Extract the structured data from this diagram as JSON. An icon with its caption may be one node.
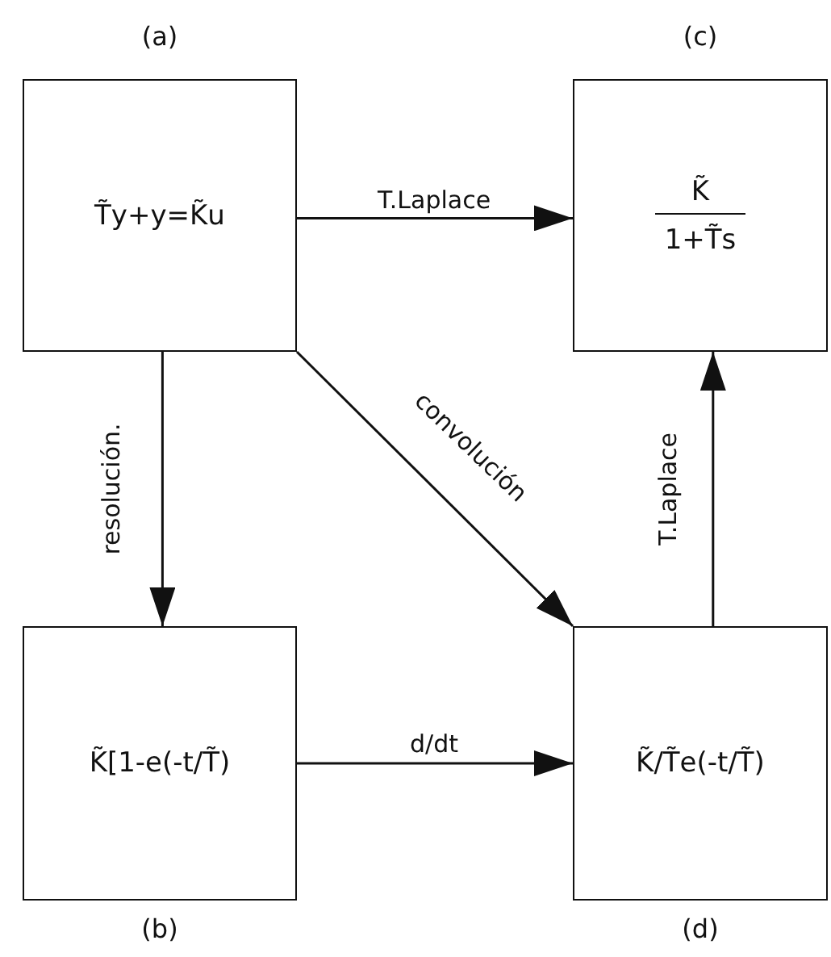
{
  "diagram": {
    "nodes": [
      {
        "text": [
          "T̃y+y=K̃u"
        ],
        "beside": [
          "(a)"
        ]
      },
      {
        "text": [
          "K̃",
          "1+T̃s"
        ],
        "beside": [
          "(c)"
        ]
      },
      {
        "text": [
          "K̃[1-e(-t/T̃)"
        ],
        "beside": [
          "(b)"
        ]
      },
      {
        "text": [
          "K̃/T̃e(-t/T̃)"
        ],
        "beside": [
          "(d)"
        ]
      }
    ],
    "edges": [
      {
        "from": 0,
        "to": 1,
        "arrow": "to",
        "label": "T.Laplace"
      },
      {
        "from": 0,
        "to": 2,
        "arrow": "to",
        "label": "resolución."
      },
      {
        "from": 0,
        "to": 3,
        "arrow": "to",
        "label": "convolución"
      },
      {
        "from": 2,
        "to": 3,
        "arrow": "to",
        "label": "d/dt"
      },
      {
        "from": 3,
        "to": 1,
        "arrow": "to",
        "label": "T.Laplace"
      }
    ]
  }
}
